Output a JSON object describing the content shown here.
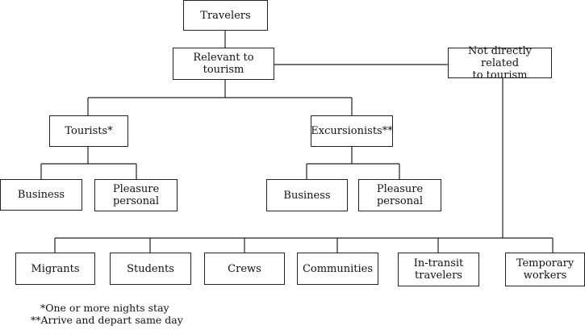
{
  "nodes": {
    "travelers": "Travelers",
    "relevant": "Relevant to tourism",
    "not_related": [
      "Not directly related",
      "to tourism"
    ],
    "tourists": "Tourists*",
    "excursionists": "Excursionists**",
    "t_business": "Business",
    "t_pleasure": [
      "Pleasure",
      "personal"
    ],
    "e_business": "Business",
    "e_pleasure": [
      "Pleasure",
      "personal"
    ],
    "migrants": "Migrants",
    "students": "Students",
    "crews": "Crews",
    "communities": "Communities",
    "in_transit": [
      "In-transit",
      "travelers"
    ],
    "temporary": [
      "Temporary",
      "workers"
    ]
  },
  "notes": {
    "tourists_note": "*One or more nights stay",
    "excursionists_note": "**Arrive and depart same day"
  }
}
